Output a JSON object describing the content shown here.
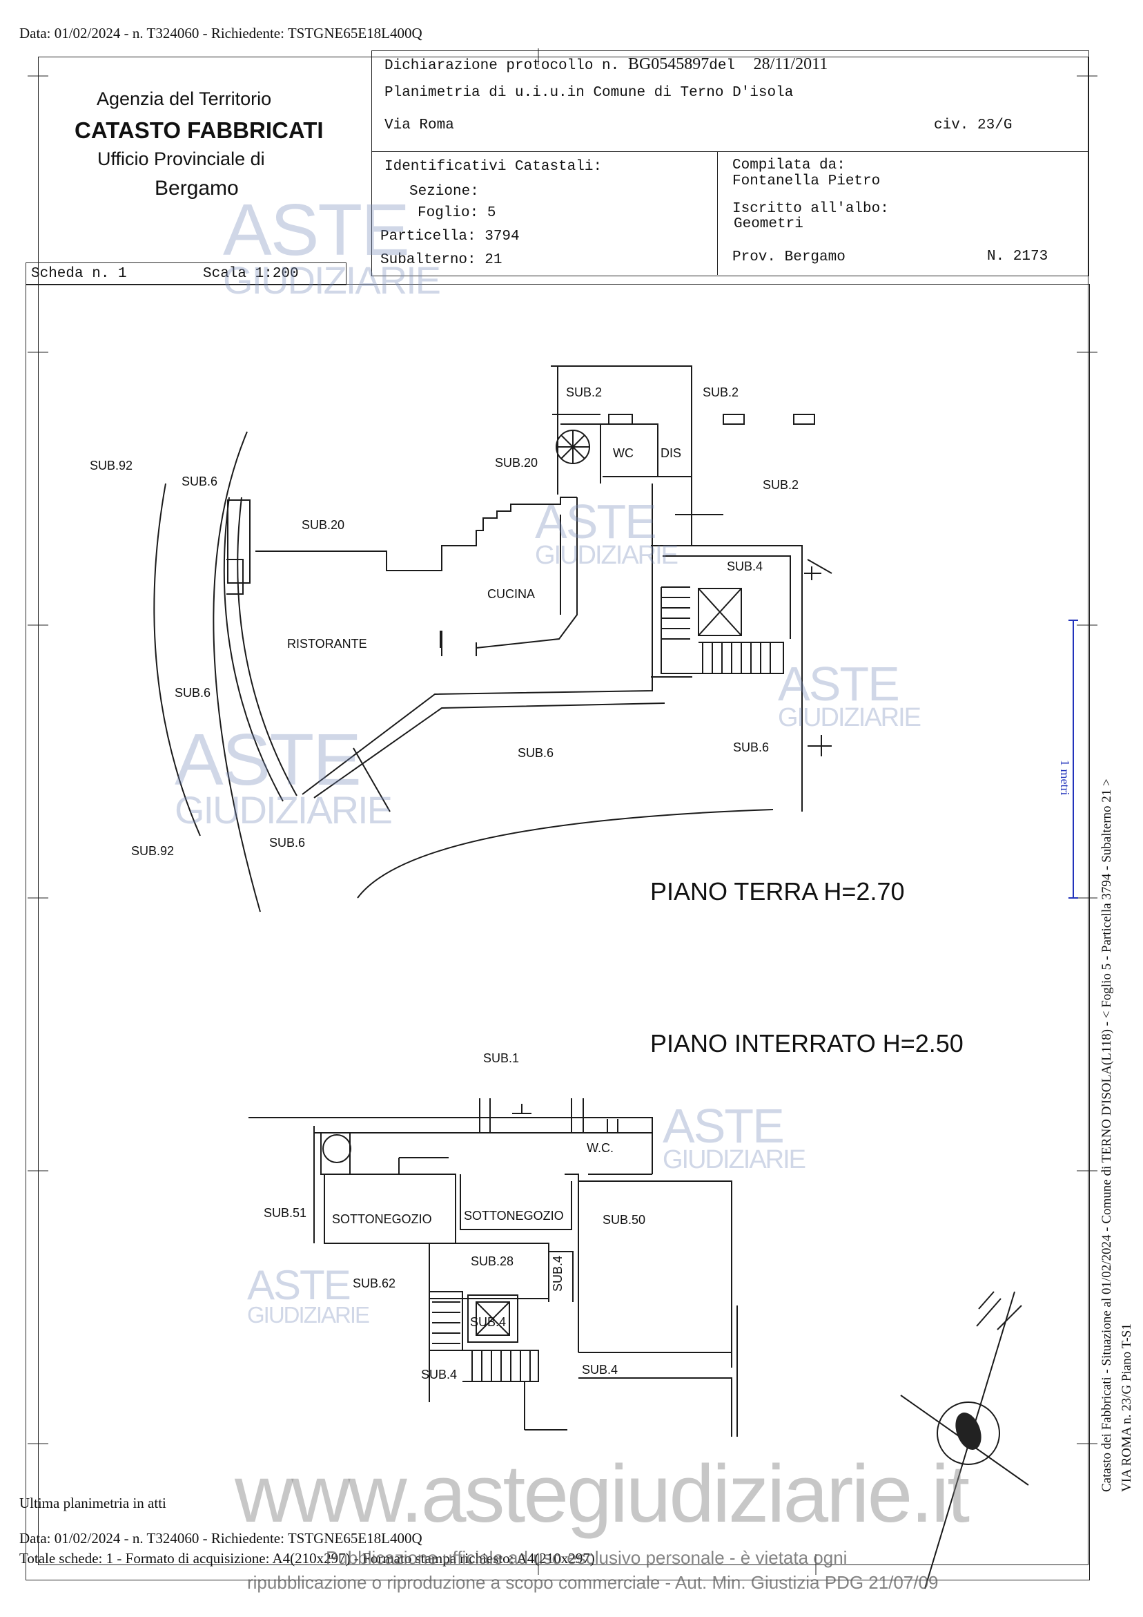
{
  "top_meta": "Data: 01/02/2024 - n. T324060 - Richiedente: TSTGNE65E18L400Q",
  "agency": {
    "line1": "Agenzia del Territorio",
    "line2": "CATASTO FABBRICATI",
    "line3": "Ufficio Provinciale di",
    "line4": "Bergamo"
  },
  "declaration": {
    "protocol_label": "Dichiarazione protocollo n.",
    "protocol_number": "BG0545897",
    "del_label": "del",
    "date": "28/11/2011",
    "planimetry": "Planimetria di u.i.u.in Comune di Terno D'isola",
    "street": "Via Roma",
    "civ": "civ. 23/G"
  },
  "identifiers": {
    "title": "Identificativi Catastali:",
    "sezione": "Sezione:",
    "foglio": "Foglio: 5",
    "particella": "Particella: 3794",
    "subalterno": "Subalterno: 21"
  },
  "compiler": {
    "label": "Compilata da:",
    "name": "Fontanella Pietro",
    "albo_label": "Iscritto all'albo:",
    "albo": "Geometri",
    "prov": "Prov. Bergamo",
    "number": "N.  2173"
  },
  "scheda": {
    "label": "Scheda n. 1",
    "scale": "Scala 1:200"
  },
  "ground_floor": {
    "title": "PIANO TERRA H=2.70",
    "labels": [
      "SUB.2",
      "SUB.2",
      "WC",
      "DIS",
      "SUB.20",
      "SUB.92",
      "SUB.6",
      "SUB.2",
      "SUB.20",
      "SUB.4",
      "CUCINA",
      "RISTORANTE",
      "SUB.6",
      "SUB.6",
      "SUB.6",
      "SUB.92",
      "SUB.6"
    ]
  },
  "basement": {
    "title": "PIANO INTERRATO H=2.50",
    "labels": [
      "SUB.1",
      "W.C.",
      "SUB.51",
      "SOTTONEGOZIO",
      "SOTTONEGOZIO",
      "SUB.50",
      "SUB.28",
      "SUB.4",
      "SUB.62",
      "SUB.4",
      "SUB.4",
      "SUB.4"
    ]
  },
  "side_note_1": "Catasto dei Fabbricati - Situazione al 01/02/2024 - Comune di TERNO D'ISOLA(L118) - < Foglio 5 - Particella  3794 - Subalterno 21 >",
  "side_note_2": "VIA ROMA n. 23/G Piano T-S1",
  "ruler_label": "1 metri",
  "last_plan": "Ultima planimetria in atti",
  "bottom_meta": "Data: 01/02/2024 - n. T324060 - Richiedente: TSTGNE65E18L400Q",
  "totals": "Totale schede: 1 - Formato di acquisizione: A4(210x297) - Formato stampa richiesto: A4(210x297)",
  "watermark": {
    "brand_top": "ASTE",
    "brand_bottom": "GIUDIZIARIE",
    "url": "www.astegiudiziarie.it",
    "notice_1": "Pubblicazione ufficiale ad uso esclusivo personale - è vietata ogni",
    "notice_2": "ripubblicazione o riproduzione a scopo commerciale - Aut. Min. Giustizia PDG 21/07/09"
  }
}
